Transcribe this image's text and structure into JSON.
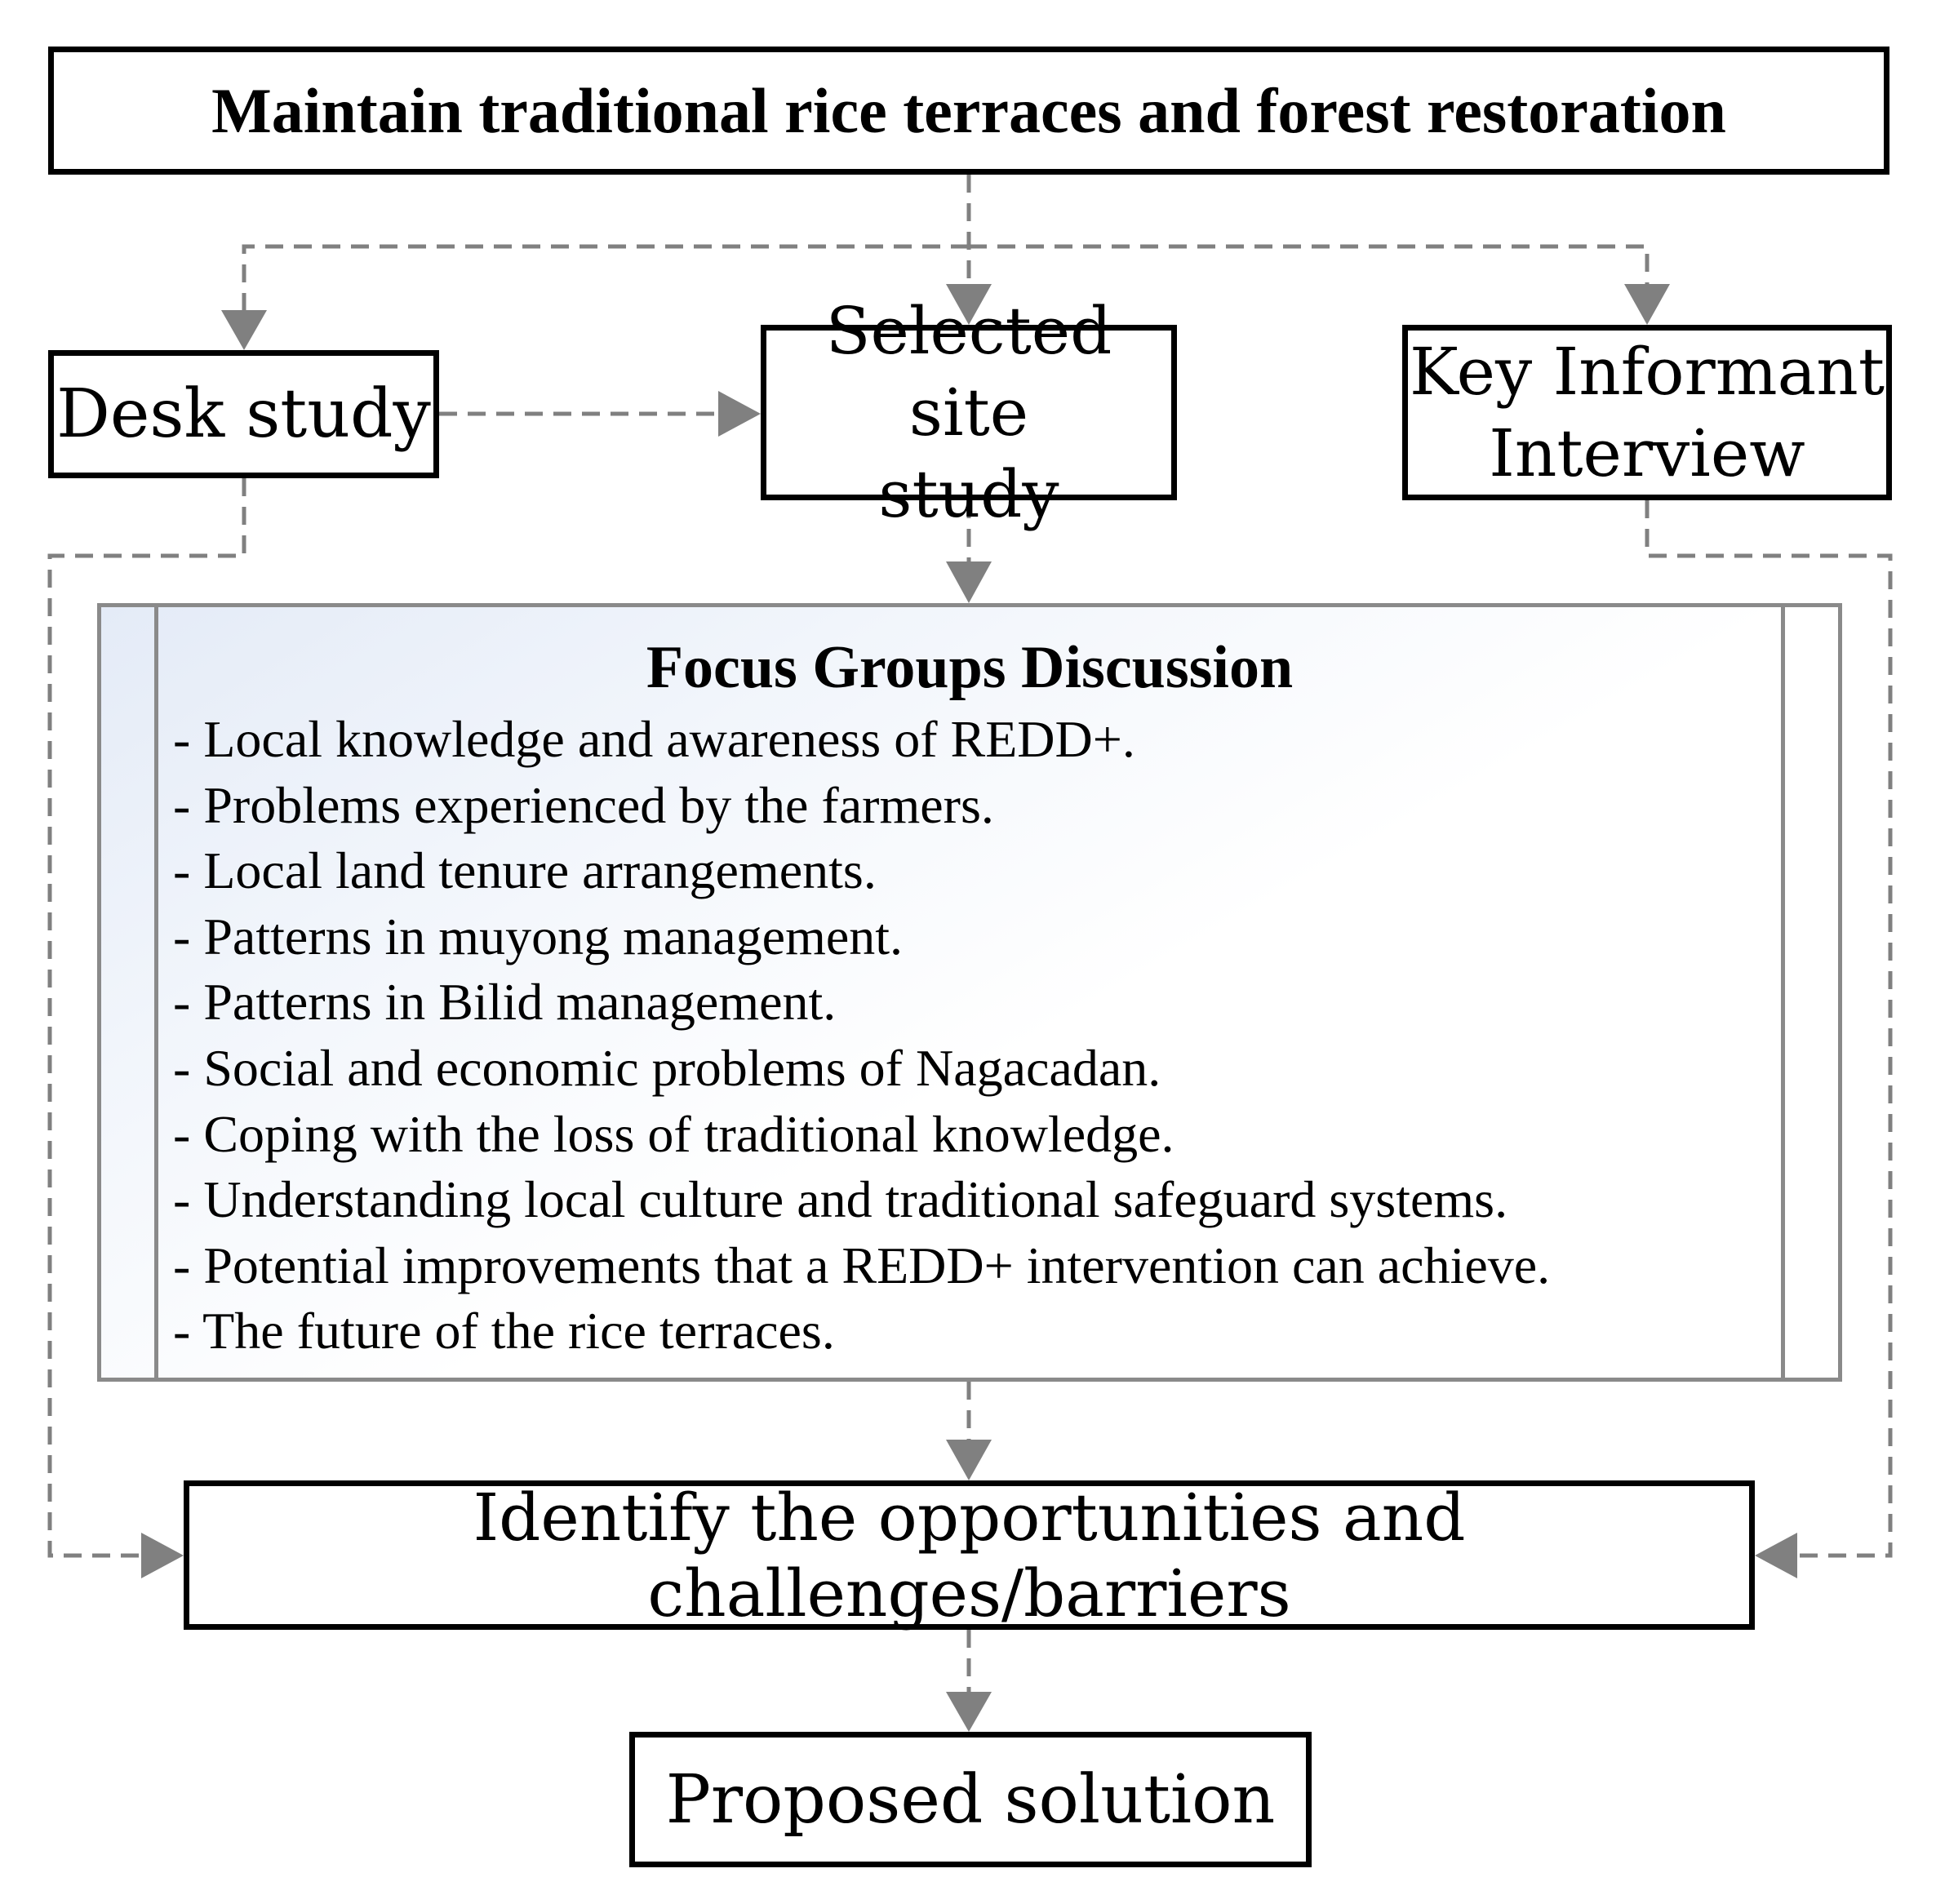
{
  "top_box": {
    "label": "Maintain traditional rice terraces and forest restoration"
  },
  "desk_study": {
    "label": "Desk study"
  },
  "selected_site": {
    "line1": "Selected site",
    "line2": "study"
  },
  "key_informant": {
    "line1": "Key Informant",
    "line2": "Interview"
  },
  "focus_groups": {
    "title": "Focus Groups Discussion",
    "items": [
      "- Local knowledge and awareness of REDD+.",
      "- Problems experienced by the farmers.",
      "- Local land tenure arrangements.",
      "- Patterns in muyong management.",
      "- Patterns in Bilid management.",
      "- Social and economic problems of Nagacadan.",
      "- Coping with the loss of traditional knowledge.",
      "- Understanding local culture and traditional safeguard systems.",
      "- Potential improvements that a REDD+ intervention can achieve.",
      "- The future of the rice terraces."
    ]
  },
  "identify": {
    "label": "Identify the opportunities and challenges/barriers"
  },
  "proposed": {
    "label": "Proposed solution"
  },
  "colors": {
    "connector": "#808080",
    "box_border": "#000000",
    "panel_border": "#8a8a8a"
  }
}
